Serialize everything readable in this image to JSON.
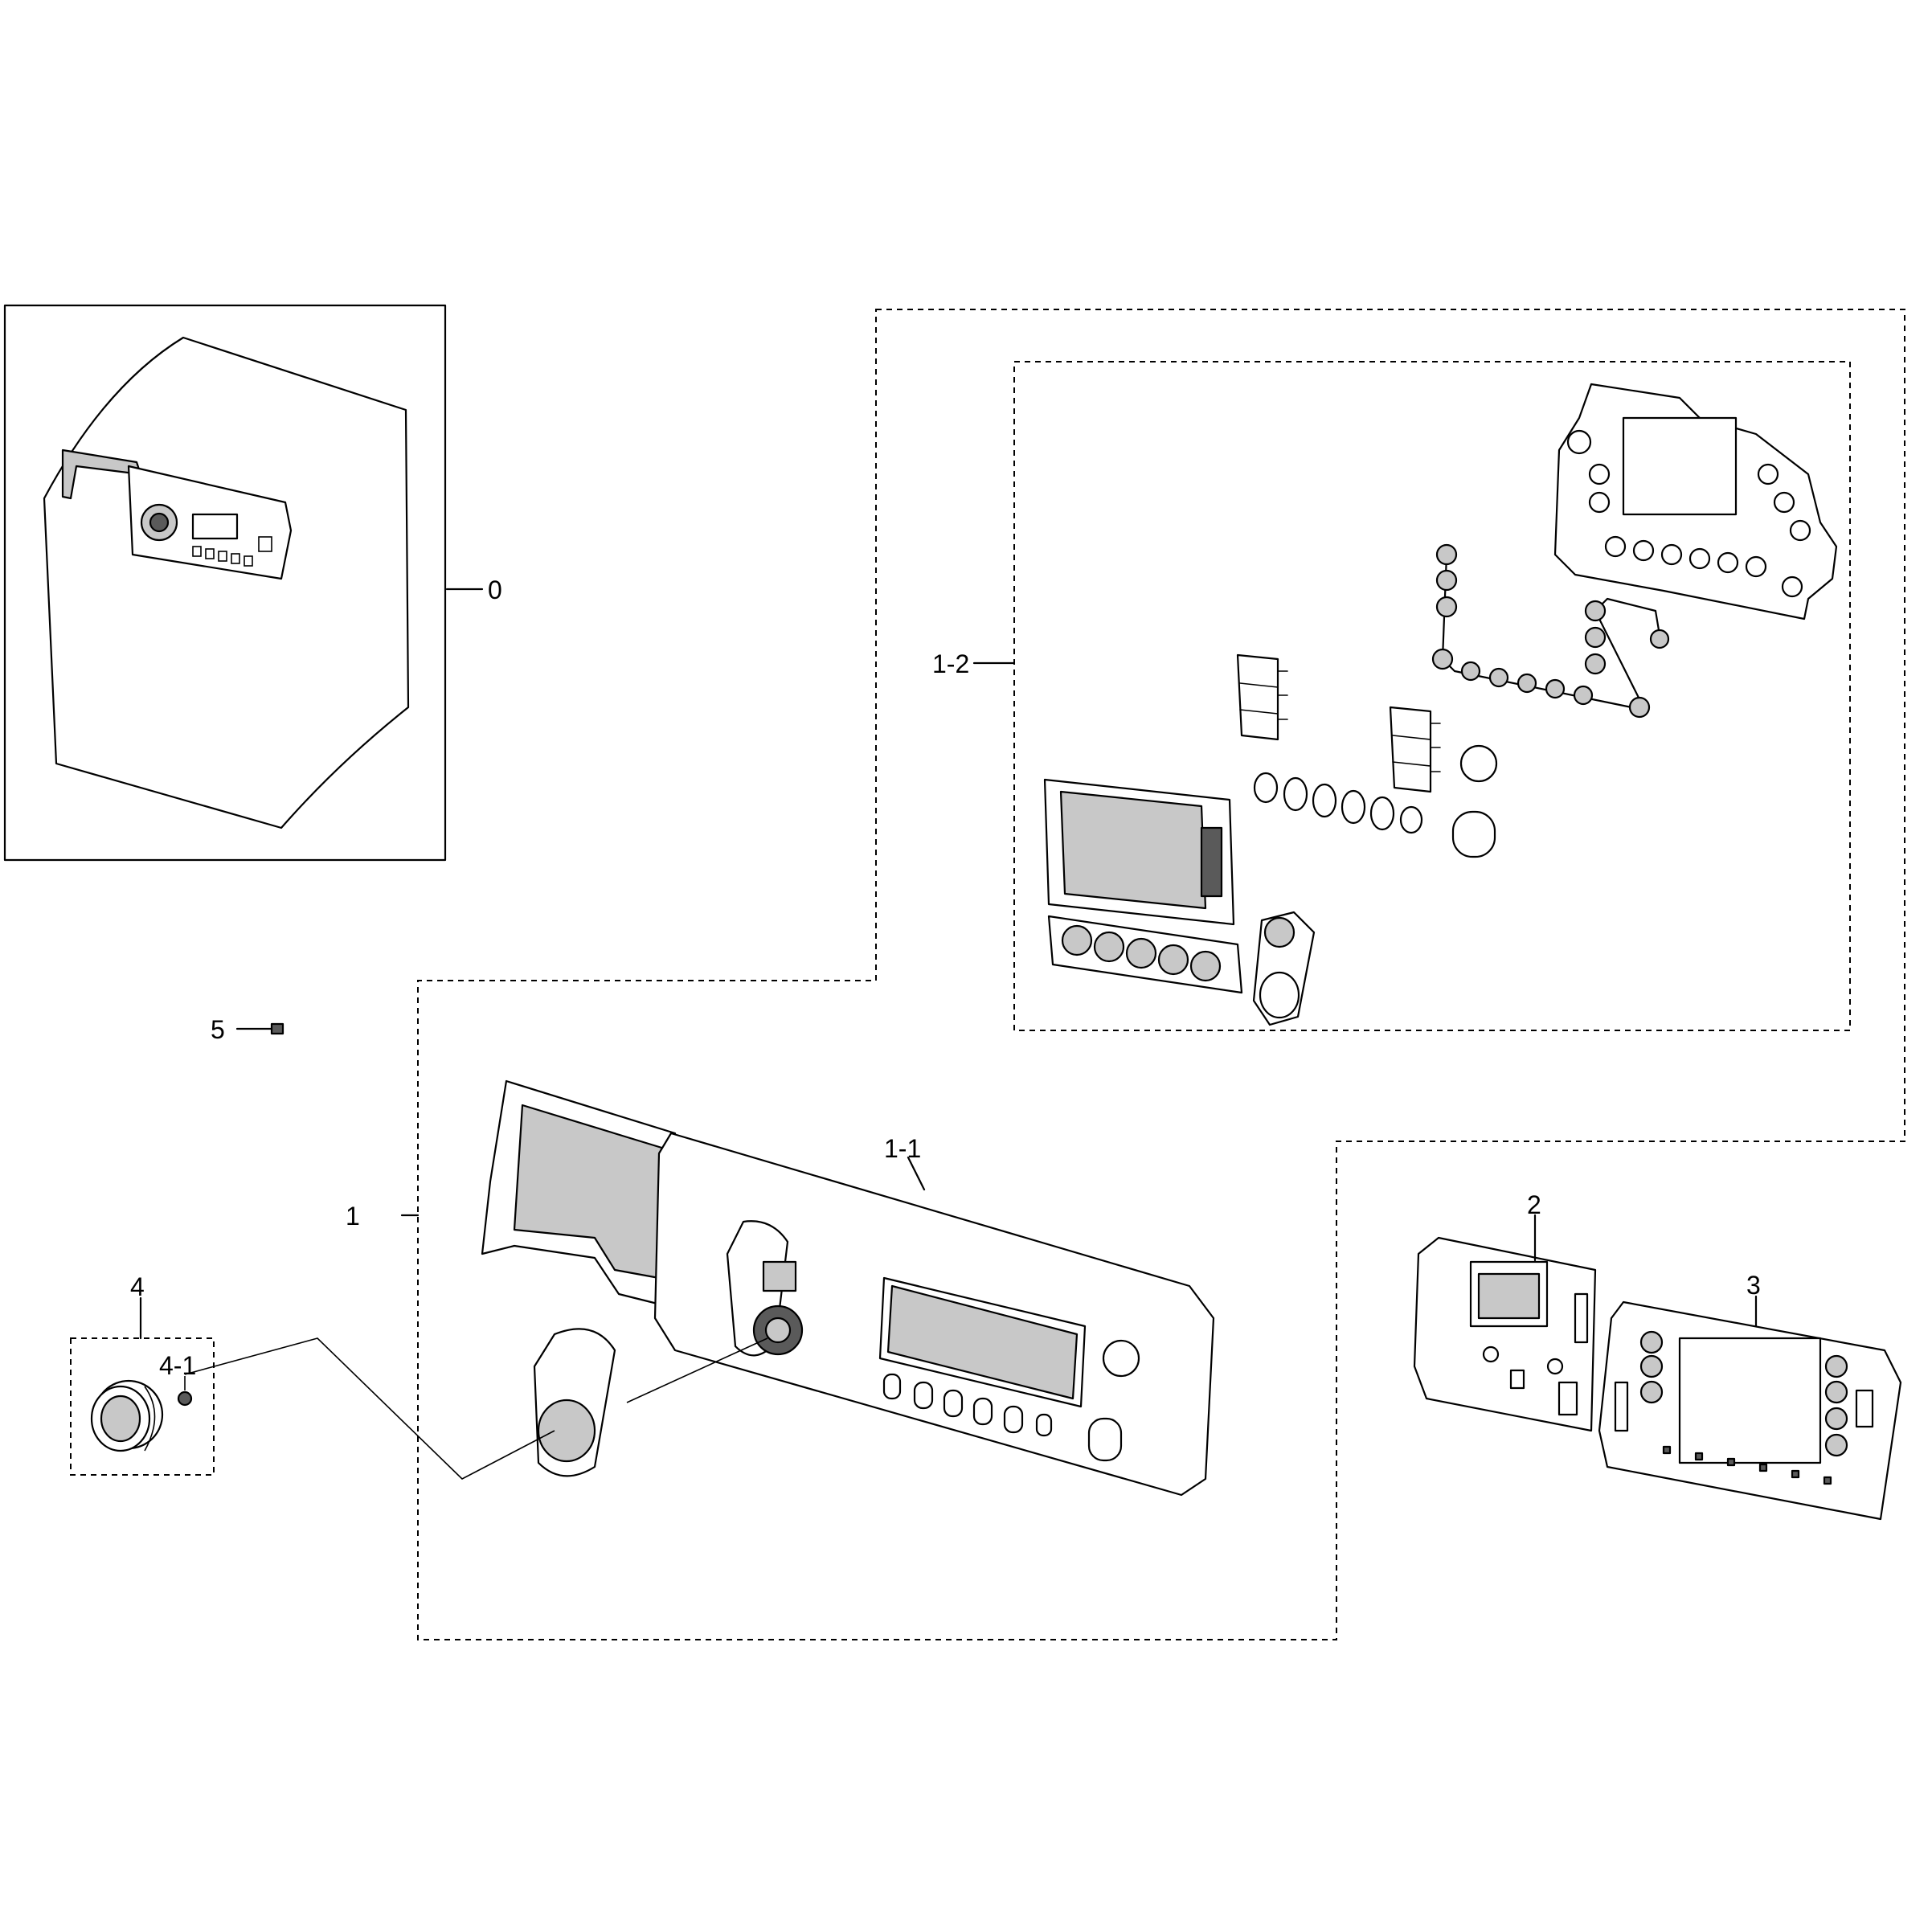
{
  "diagram": {
    "type": "exploded parts diagram",
    "callouts": {
      "c0": "0",
      "c1": "1",
      "c1_1": "1-1",
      "c1_2": "1-2",
      "c2": "2",
      "c3": "3",
      "c4": "4",
      "c4_1": "4-1",
      "c5": "5"
    }
  }
}
